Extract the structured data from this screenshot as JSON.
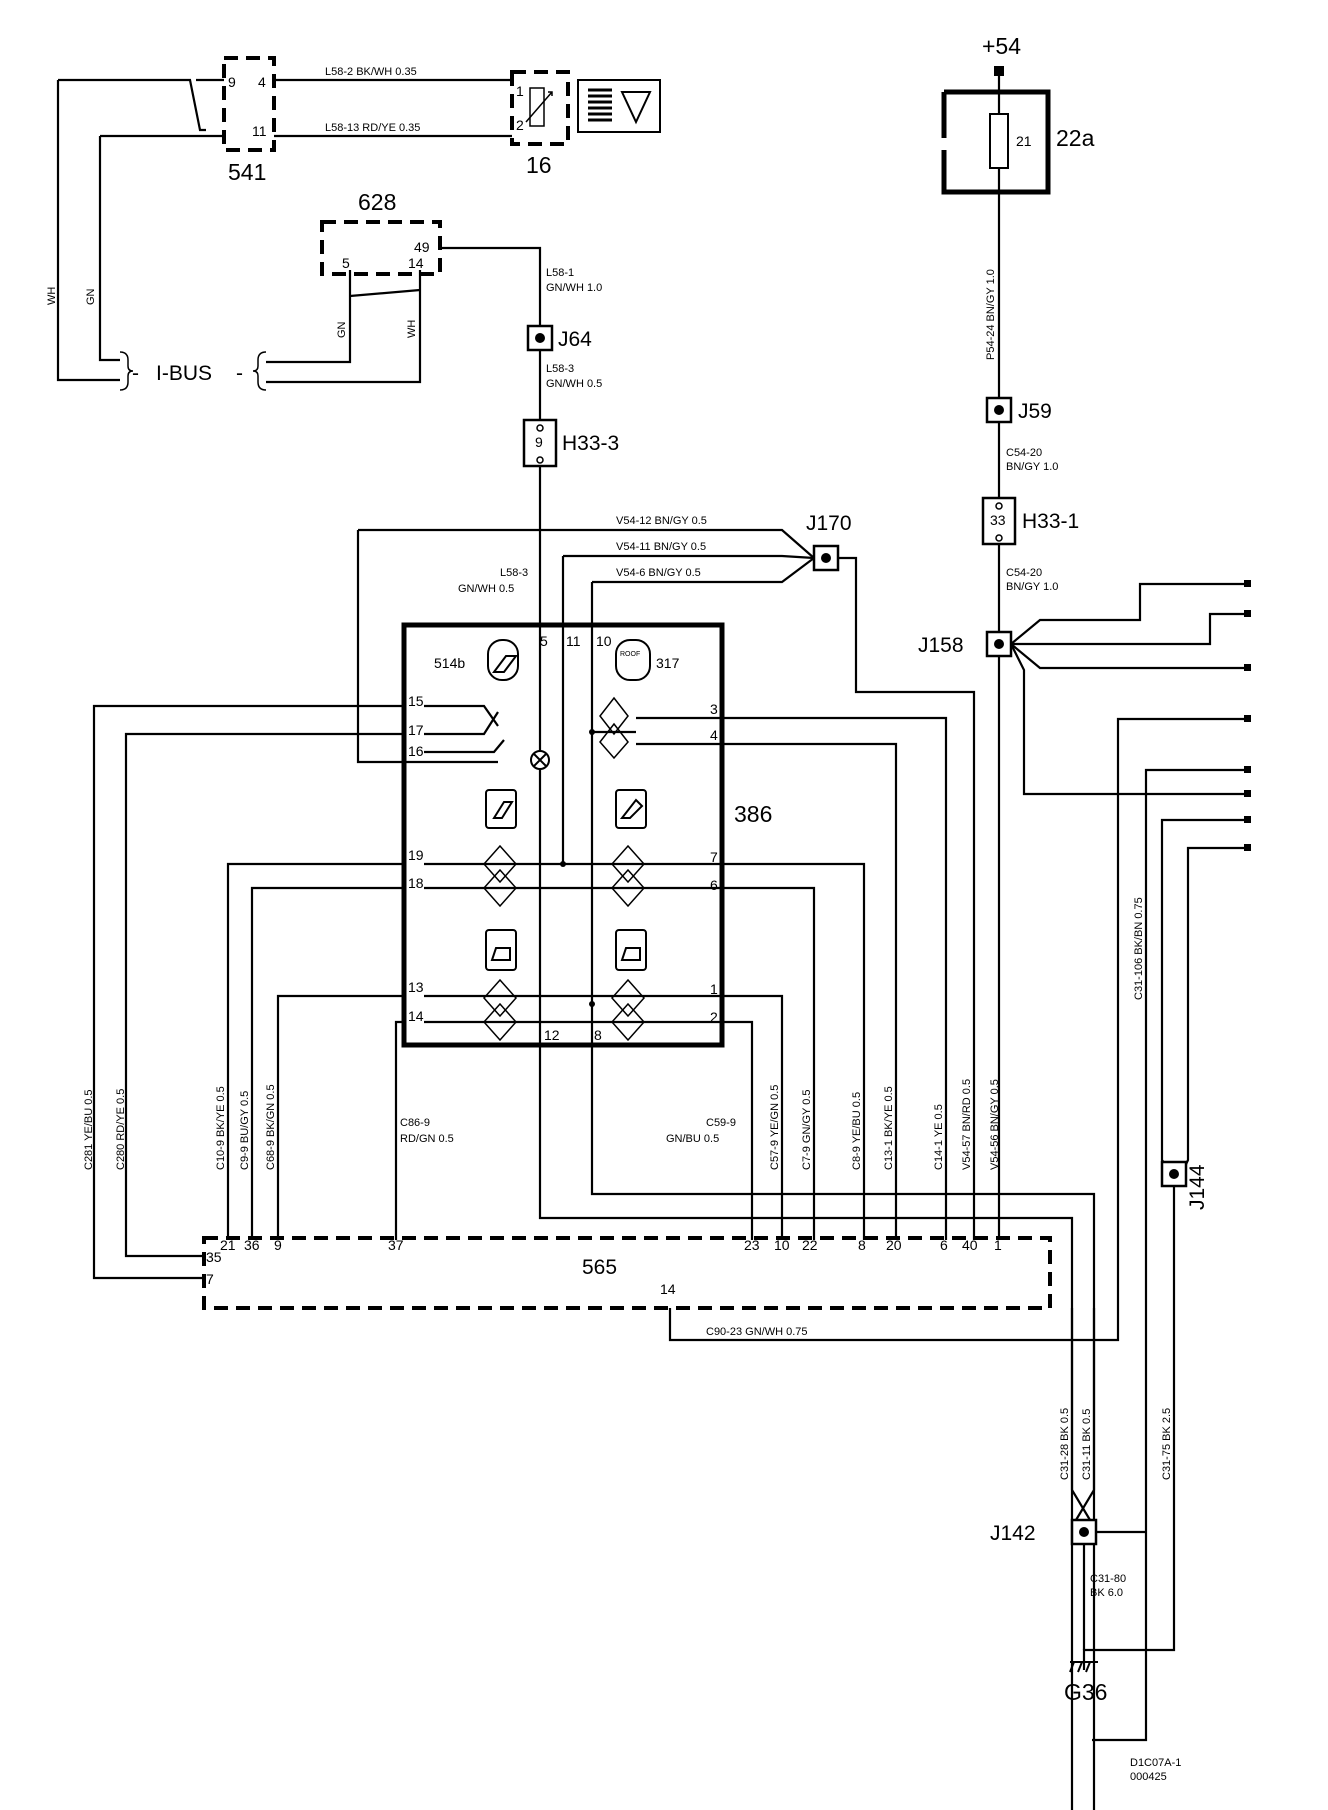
{
  "supply": "+54",
  "components": {
    "c541": "541",
    "c16": "16",
    "c628": "628",
    "c22a": "22a",
    "c386": "386",
    "c514b": "514b",
    "c317": "317",
    "c565": "565",
    "J64": "J64",
    "J59": "J59",
    "H33_3": "H33-3",
    "H33_1": "H33-1",
    "J170": "J170",
    "J158": "J158",
    "J144": "J144",
    "J142": "J142",
    "G36": "G36"
  },
  "ibus": "I-BUS",
  "roof": "ROOF",
  "pins": {
    "p541_9": "9",
    "p541_4": "4",
    "p541_11": "11",
    "p16_1": "1",
    "p16_2": "2",
    "p628_49": "49",
    "p628_5": "5",
    "p628_14": "14",
    "fuse21": "21",
    "h333": "9",
    "h331": "33",
    "t5": "5",
    "t11": "11",
    "t10": "10",
    "l15": "15",
    "l17": "17",
    "l16": "16",
    "l19": "19",
    "l18": "18",
    "l13": "13",
    "l14": "14",
    "r3": "3",
    "r4": "4",
    "r7": "7",
    "r6": "6",
    "r1": "1",
    "r2": "2",
    "b12": "12",
    "b8": "8",
    "m35": "35",
    "m7": "7",
    "m21": "21",
    "m36": "36",
    "m9": "9",
    "m37": "37",
    "m23": "23",
    "m10": "10",
    "m22": "22",
    "m8": "8",
    "m20": "20",
    "m6": "6",
    "m40": "40",
    "m1": "1",
    "m14": "14"
  },
  "wires": {
    "w_l58_2": "L58-2   BK/WH   0.35",
    "w_l58_13": "L58-13   RD/YE   0.35",
    "w_wh1": "WH",
    "w_gn1": "GN",
    "w_gn2": "GN",
    "w_wh2": "WH",
    "w_l58_1a": "L58-1",
    "w_l58_1b": "GN/WH   1.0",
    "w_l58_3a": "L58-3",
    "w_l58_3b": "GN/WH   0.5",
    "w_l58_3c": "L58-3",
    "w_l58_3d": "GN/WH   0.5",
    "w_v54_12": "V54-12   BN/GY   0.5",
    "w_v54_11": "V54-11   BN/GY   0.5",
    "w_v54_6": "V54-6   BN/GY   0.5",
    "w_p54_24": "P54-24   BN/GY   1.0",
    "w_c54_20a": "C54-20",
    "w_c54_20b": "BN/GY   1.0",
    "w_c54_20c": "C54-20",
    "w_c54_20d": "BN/GY   1.0",
    "w_c281": "C281   YE/BU   0.5",
    "w_c280": "C280   RD/YE   0.5",
    "w_c10_9": "C10-9   BK/YE   0.5",
    "w_c9_9": "C9-9   BU/GY   0.5",
    "w_c68_9": "C68-9   BK/GN   0.5",
    "w_c86_9a": "C86-9",
    "w_c86_9b": "RD/GN   0.5",
    "w_c59_9a": "C59-9",
    "w_c59_9b": "GN/BU   0.5",
    "w_c57_9": "C57-9   YE/GN   0.5",
    "w_c7_9": "C7-9   GN/GY   0.5",
    "w_c8_9": "C8-9   YE/BU   0.5",
    "w_c13_1": "C13-1   BK/YE   0.5",
    "w_c14_1": "C14-1   YE   0.5",
    "w_v54_57": "V54-57   BN/RD   0.5",
    "w_v54_56": "V54-56   BN/GY   0.5",
    "w_c31_106": "C31-106   BK/BN   0.75",
    "w_c90_23": "C90-23   GN/WH   0.75",
    "w_c31_28": "C31-28   BK   0.5",
    "w_c31_11": "C31-11   BK   0.5",
    "w_c31_75": "C31-75   BK   2.5",
    "w_c31_80a": "C31-80",
    "w_c31_80b": "BK   6.0"
  },
  "footer": {
    "code": "D1C07A-1",
    "date": "000425"
  }
}
